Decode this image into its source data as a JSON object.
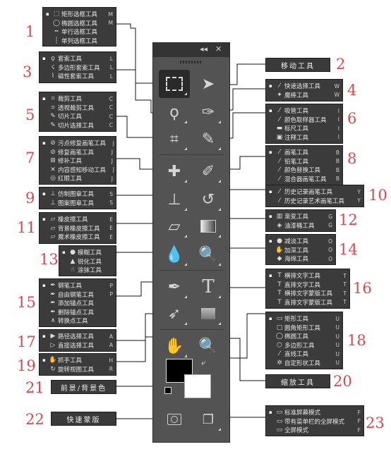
{
  "groups": [
    {
      "id": "g1",
      "number": "1",
      "items": [
        {
          "marker": "▪",
          "icon": "⬚",
          "label": "矩形选框工具",
          "key": "M"
        },
        {
          "marker": "",
          "icon": "◯",
          "label": "椭圆选框工具",
          "key": "M"
        },
        {
          "marker": "",
          "icon": "╍",
          "label": "单行选框工具",
          "key": ""
        },
        {
          "marker": "",
          "icon": "┆",
          "label": "单列选框工具",
          "key": ""
        }
      ]
    },
    {
      "id": "g3",
      "number": "3",
      "items": [
        {
          "marker": "▪",
          "icon": "ϙ",
          "label": "套索工具",
          "key": "L"
        },
        {
          "marker": "",
          "icon": "☇",
          "label": "多边形套索工具",
          "key": "L"
        },
        {
          "marker": "",
          "icon": "⌇",
          "label": "磁性套索工具",
          "key": "L"
        }
      ]
    },
    {
      "id": "g5",
      "number": "5",
      "items": [
        {
          "marker": "▪",
          "icon": "⌗",
          "label": "裁剪工具",
          "key": "C"
        },
        {
          "marker": "",
          "icon": "⌗",
          "label": "透视裁剪工具",
          "key": "C"
        },
        {
          "marker": "",
          "icon": "✎",
          "label": "切片工具",
          "key": "C"
        },
        {
          "marker": "",
          "icon": "✎",
          "label": "切片选择工具",
          "key": "C"
        }
      ]
    },
    {
      "id": "g7",
      "number": "7",
      "items": [
        {
          "marker": "▪",
          "icon": "⊘",
          "label": "污点修复画笔工具",
          "key": "J"
        },
        {
          "marker": "",
          "icon": "⊘",
          "label": "修复画笔工具",
          "key": "J"
        },
        {
          "marker": "",
          "icon": "⊞",
          "label": "修补工具",
          "key": "J"
        },
        {
          "marker": "",
          "icon": "✕",
          "label": "内容感知移动工具",
          "key": "J"
        },
        {
          "marker": "",
          "icon": "◎",
          "label": "红眼工具",
          "key": "J"
        }
      ]
    },
    {
      "id": "g9",
      "number": "9",
      "items": [
        {
          "marker": "▪",
          "icon": "⊥",
          "label": "仿制图章工具",
          "key": "S"
        },
        {
          "marker": "",
          "icon": "⊥",
          "label": "图案图章工具",
          "key": "S"
        }
      ]
    },
    {
      "id": "g11",
      "number": "11",
      "items": [
        {
          "marker": "▪",
          "icon": "▱",
          "label": "橡皮擦工具",
          "key": "E"
        },
        {
          "marker": "",
          "icon": "▱",
          "label": "背景橡皮擦工具",
          "key": "E"
        },
        {
          "marker": "",
          "icon": "▱",
          "label": "魔术橡皮擦工具",
          "key": "E"
        }
      ]
    },
    {
      "id": "g13",
      "number": "13",
      "items": [
        {
          "marker": "▪",
          "icon": "●",
          "label": "模糊工具",
          "key": ""
        },
        {
          "marker": "",
          "icon": "▲",
          "label": "锐化工具",
          "key": ""
        },
        {
          "marker": "",
          "icon": "☝",
          "label": "涂抹工具",
          "key": ""
        }
      ]
    },
    {
      "id": "g15",
      "number": "15",
      "items": [
        {
          "marker": "▪",
          "icon": "✒",
          "label": "钢笔工具",
          "key": "P"
        },
        {
          "marker": "",
          "icon": "✒",
          "label": "自由钢笔工具",
          "key": "P"
        },
        {
          "marker": "",
          "icon": "✒",
          "label": "添加锚点工具",
          "key": ""
        },
        {
          "marker": "",
          "icon": "✒",
          "label": "删除锚点工具",
          "key": ""
        },
        {
          "marker": "",
          "icon": "∧",
          "label": "转换点工具",
          "key": ""
        }
      ]
    },
    {
      "id": "g17",
      "number": "17",
      "items": [
        {
          "marker": "▪",
          "icon": "▶",
          "label": "路径选择工具",
          "key": "A"
        },
        {
          "marker": "",
          "icon": "▷",
          "label": "直接选择工具",
          "key": "A"
        }
      ]
    },
    {
      "id": "g19",
      "number": "19",
      "items": [
        {
          "marker": "▪",
          "icon": "✋",
          "label": "抓手工具",
          "key": "H"
        },
        {
          "marker": "",
          "icon": "↻",
          "label": "旋转视图工具",
          "key": "R"
        }
      ]
    },
    {
      "id": "g4",
      "number": "4",
      "items": [
        {
          "marker": "▪",
          "icon": "⁄",
          "label": "快速选择工具",
          "key": "W"
        },
        {
          "marker": "",
          "icon": "✦",
          "label": "魔棒工具",
          "key": "W"
        }
      ]
    },
    {
      "id": "g6",
      "number": "6",
      "items": [
        {
          "marker": "▪",
          "icon": "⁄",
          "label": "吸管工具",
          "key": "I"
        },
        {
          "marker": "",
          "icon": "⁄",
          "label": "颜色取样器工具",
          "key": "I"
        },
        {
          "marker": "",
          "icon": "▬",
          "label": "标尺工具",
          "key": "I"
        },
        {
          "marker": "",
          "icon": "▣",
          "label": "注释工具",
          "key": "I"
        }
      ]
    },
    {
      "id": "g8",
      "number": "8",
      "items": [
        {
          "marker": "▪",
          "icon": "⁄",
          "label": "画笔工具",
          "key": "B"
        },
        {
          "marker": "",
          "icon": "⁄",
          "label": "铅笔工具",
          "key": "B"
        },
        {
          "marker": "",
          "icon": "⁄",
          "label": "颜色替换工具",
          "key": "B"
        },
        {
          "marker": "",
          "icon": "⁄",
          "label": "混合器画笔工具",
          "key": "B"
        }
      ]
    },
    {
      "id": "g10",
      "number": "10",
      "items": [
        {
          "marker": "▪",
          "icon": "⁄",
          "label": "历史记录画笔工具",
          "key": "Y"
        },
        {
          "marker": "",
          "icon": "⁄",
          "label": "历史记录艺术画笔工具",
          "key": "Y"
        }
      ]
    },
    {
      "id": "g12",
      "number": "12",
      "items": [
        {
          "marker": "▪",
          "icon": "▥",
          "label": "渐变工具",
          "key": "G"
        },
        {
          "marker": "",
          "icon": "◈",
          "label": "油漆桶工具",
          "key": "G"
        }
      ]
    },
    {
      "id": "g14",
      "number": "14",
      "items": [
        {
          "marker": "▪",
          "icon": "●",
          "label": "减淡工具",
          "key": "O"
        },
        {
          "marker": "",
          "icon": "✋",
          "label": "加深工具",
          "key": "O"
        },
        {
          "marker": "",
          "icon": "◆",
          "label": "海绵工具",
          "key": "O"
        }
      ]
    },
    {
      "id": "g16",
      "number": "16",
      "items": [
        {
          "marker": "▪",
          "icon": "T",
          "label": "横排文字工具",
          "key": "T"
        },
        {
          "marker": "",
          "icon": "T",
          "label": "直排文字工具",
          "key": "T"
        },
        {
          "marker": "",
          "icon": "T",
          "label": "横排文字蒙版工具",
          "key": "T"
        },
        {
          "marker": "",
          "icon": "T",
          "label": "直排文字蒙版工具",
          "key": "T"
        }
      ]
    },
    {
      "id": "g18",
      "number": "18",
      "items": [
        {
          "marker": "▪",
          "icon": "▭",
          "label": "矩形工具",
          "key": "U"
        },
        {
          "marker": "",
          "icon": "▢",
          "label": "圆角矩形工具",
          "key": "U"
        },
        {
          "marker": "",
          "icon": "◯",
          "label": "椭圆工具",
          "key": "U"
        },
        {
          "marker": "",
          "icon": "⬡",
          "label": "多边形工具",
          "key": "U"
        },
        {
          "marker": "",
          "icon": "⁄",
          "label": "直线工具",
          "key": "U"
        },
        {
          "marker": "",
          "icon": "✲",
          "label": "自定形状工具",
          "key": "U"
        }
      ]
    },
    {
      "id": "g23",
      "number": "23",
      "items": [
        {
          "marker": "▪",
          "icon": "▭",
          "label": "标准屏幕模式",
          "key": "F"
        },
        {
          "marker": "",
          "icon": "▭",
          "label": "带有菜单栏的全屏模式",
          "key": "F"
        },
        {
          "marker": "",
          "icon": "▭",
          "label": "全屏模式",
          "key": "F"
        }
      ]
    }
  ],
  "labels": {
    "move": {
      "number": "2",
      "text": "移动工具"
    },
    "colors": {
      "number": "21",
      "text": "前景/背景色"
    },
    "zoom": {
      "number": "20",
      "text": "缩放工具"
    },
    "quickmask": {
      "number": "22",
      "text": "快速蒙版"
    }
  },
  "panel": {
    "collapse": "◂◂",
    "close": "✕"
  },
  "colors": {
    "number_red": "#e0474c",
    "panel_bg": "#535353",
    "box_bg": "#3b3b3b",
    "foreground": "#000000",
    "background": "#ffffff"
  }
}
